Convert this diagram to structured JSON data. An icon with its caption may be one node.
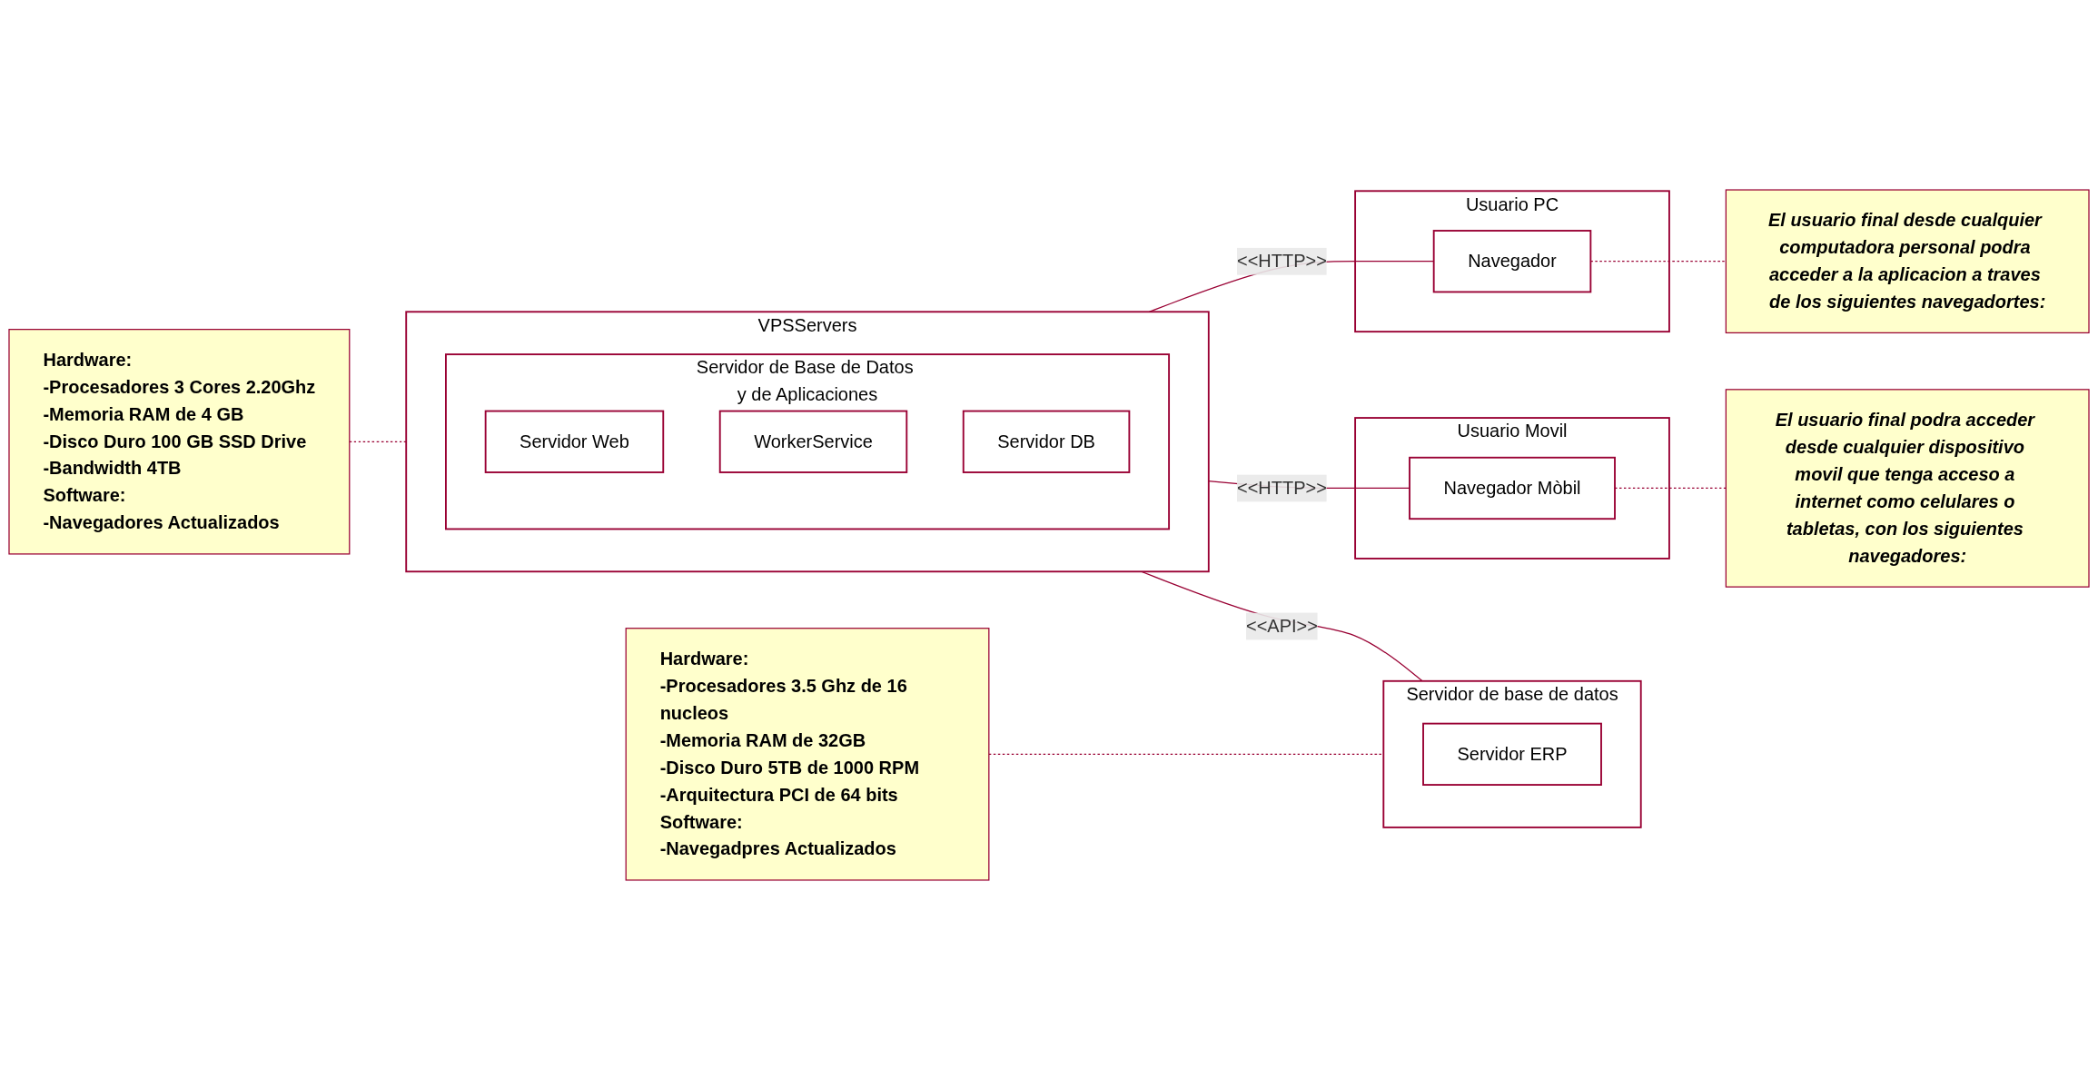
{
  "diagram": {
    "nodes": [
      {
        "text": [
          "VPSServers"
        ]
      },
      {
        "text": [
          "Servidor de Base de Datos y de Aplicaciones"
        ],
        "in": 0
      },
      {
        "text": [
          "Servidor Web"
        ],
        "in": 1
      },
      {
        "text": [
          "WorkerService"
        ],
        "in": 1
      },
      {
        "text": [
          "Servidor DB"
        ],
        "in": 1
      },
      {
        "text": [
          "Usuario PC"
        ]
      },
      {
        "text": [
          "Navegador"
        ],
        "in": 5
      },
      {
        "text": [
          "Usuario Movil"
        ]
      },
      {
        "text": [
          "Navegador Mòbil"
        ],
        "in": 7
      },
      {
        "text": [
          "Servidor de base de datos"
        ]
      },
      {
        "text": [
          "Servidor ERP"
        ],
        "in": 9
      },
      {
        "text": [
          "Hardware:",
          "-Procesadores 3 Cores 2.20Ghz",
          "-Memoria RAM de 4 GB",
          "-Disco Duro 100 GB SSD Drive",
          "-Bandwidth 4TB",
          "Software:",
          "-Navegadores Actualizados"
        ]
      },
      {
        "text": [
          "El usuario final desde cualquier computadora personal podra acceder a la aplicacion a traves de los siguientes navegadortes:"
        ]
      },
      {
        "text": [
          "El usuario final podra acceder desde cualquier dispositivo movil que tenga acceso a internet como celulares o tabletas, con los siguientes navegadores:"
        ]
      },
      {
        "text": [
          "Hardware:",
          "-Procesadores 3.5 Ghz de 16 nucleos",
          "-Memoria RAM de 32GB",
          "-Disco Duro 5TB de 1000 RPM",
          "-Arquitectura PCI de 64 bits",
          "Software:",
          "-Navegadpres Actualizados"
        ]
      }
    ],
    "edges": [
      {
        "from": 11,
        "to": 0,
        "arrow": "none",
        "style": "dashed"
      },
      {
        "from": 0,
        "to": 6,
        "arrow": "none",
        "label": "<<HTTP>>"
      },
      {
        "from": 0,
        "to": 8,
        "arrow": "none",
        "label": "<<HTTP>>"
      },
      {
        "from": 0,
        "to": 9,
        "arrow": "none",
        "label": "<<API>>"
      },
      {
        "from": 6,
        "to": 12,
        "arrow": "none",
        "style": "dashed"
      },
      {
        "from": 8,
        "to": 13,
        "arrow": "none",
        "style": "dashed"
      },
      {
        "from": 14,
        "to": 9,
        "arrow": "none",
        "style": "dashed"
      }
    ]
  }
}
